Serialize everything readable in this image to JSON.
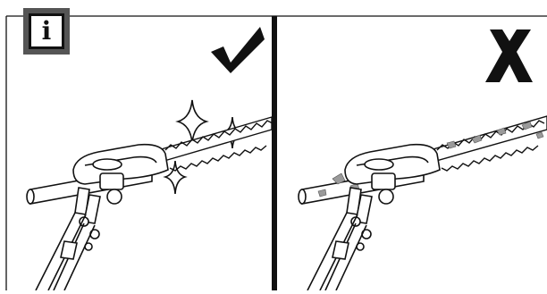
{
  "info_icon": {
    "glyph": "i",
    "icon": "info-icon"
  },
  "panels": [
    {
      "name": "correct-example",
      "status_icon": "checkmark-icon",
      "status_color": "#111111"
    },
    {
      "name": "incorrect-example",
      "status_icon": "cross-icon",
      "status_color": "#111111"
    }
  ],
  "colors": {
    "line": "#111111",
    "background": "#ffffff",
    "badge": "#555555",
    "residue": "#9a9a9a"
  }
}
